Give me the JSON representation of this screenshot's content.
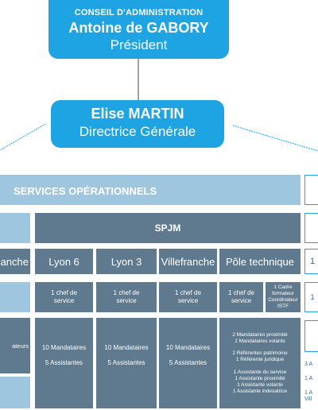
{
  "board": {
    "line1": "CONSEIL D'ADMINISTRATION",
    "line2": "Antoine de GABORY",
    "line3": "Président"
  },
  "director": {
    "name": "Elise MARTIN",
    "title": "Directrice Générale"
  },
  "ops_header": "SERVICES OPÉRATIONNELS",
  "spjm": "SPJM",
  "left_partial": {
    "city": "anche",
    "staff": "ateurs"
  },
  "cities": [
    "Lyon 6",
    "Lyon 3",
    "Villefranche",
    "Pôle technique"
  ],
  "chefs": [
    "1 chef de service",
    "1 chef de service",
    "1 chef de service"
  ],
  "pole_chef": "1 chef de service",
  "pole_cadre": "1 Cadre formateur Coordinateur ISTF",
  "staff_a": "10 Mandataires",
  "staff_b": "5 Assistantes",
  "pole_staff": {
    "l1": "2 Mandataires proximité",
    "l2": "2 Mandataires volants",
    "l3": "2 Référentes patrimoine",
    "l4": "1 Référente juridique",
    "l5": "1 Assistante du service",
    "l6": "1 Assistante proximité",
    "l7": "1 Assistante volante",
    "l8": "1 Assistante indexatrice"
  },
  "right_partial": {
    "r1": "1",
    "r2": "1",
    "r3": "3 A",
    "r4": "1 A",
    "r5": "1 A",
    "r6": "Vill"
  }
}
